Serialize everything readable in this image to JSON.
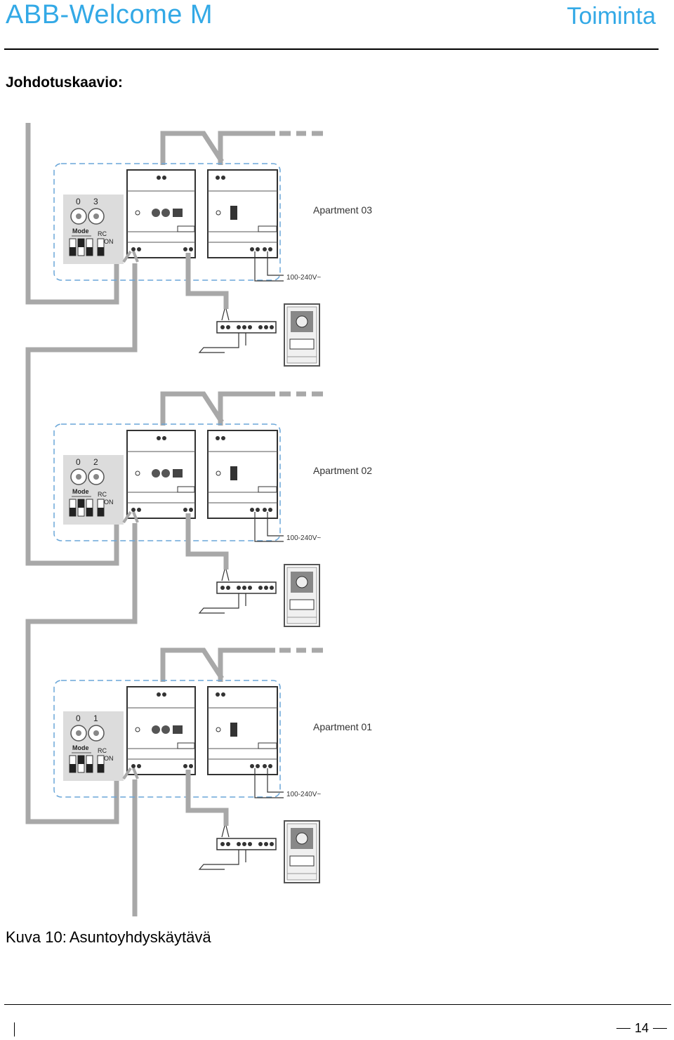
{
  "header": {
    "left_title": "ABB-Welcome M",
    "right_title": "Toiminta"
  },
  "section_title": "Johdotuskaavio:",
  "diagram": {
    "apartments": [
      {
        "label": "Apartment 03",
        "switch_left": "0",
        "switch_right": "3",
        "mode_label": "Mode",
        "rc_label": "RC",
        "on_label": "ON",
        "power_label": "100-240V~"
      },
      {
        "label": "Apartment 02",
        "switch_left": "0",
        "switch_right": "2",
        "mode_label": "Mode",
        "rc_label": "RC",
        "on_label": "ON",
        "power_label": "100-240V~"
      },
      {
        "label": "Apartment 01",
        "switch_left": "0",
        "switch_right": "1",
        "mode_label": "Mode",
        "rc_label": "RC",
        "on_label": "ON",
        "power_label": "100-240V~"
      }
    ]
  },
  "caption": {
    "label": "Kuva 10:",
    "text": "Asuntoyhdyskäytävä"
  },
  "footer": {
    "page_number": "14"
  },
  "colors": {
    "brand_blue": "#33a9e6",
    "wire_gray": "#a8a8a8",
    "dashed_box": "#6aa6d8"
  }
}
